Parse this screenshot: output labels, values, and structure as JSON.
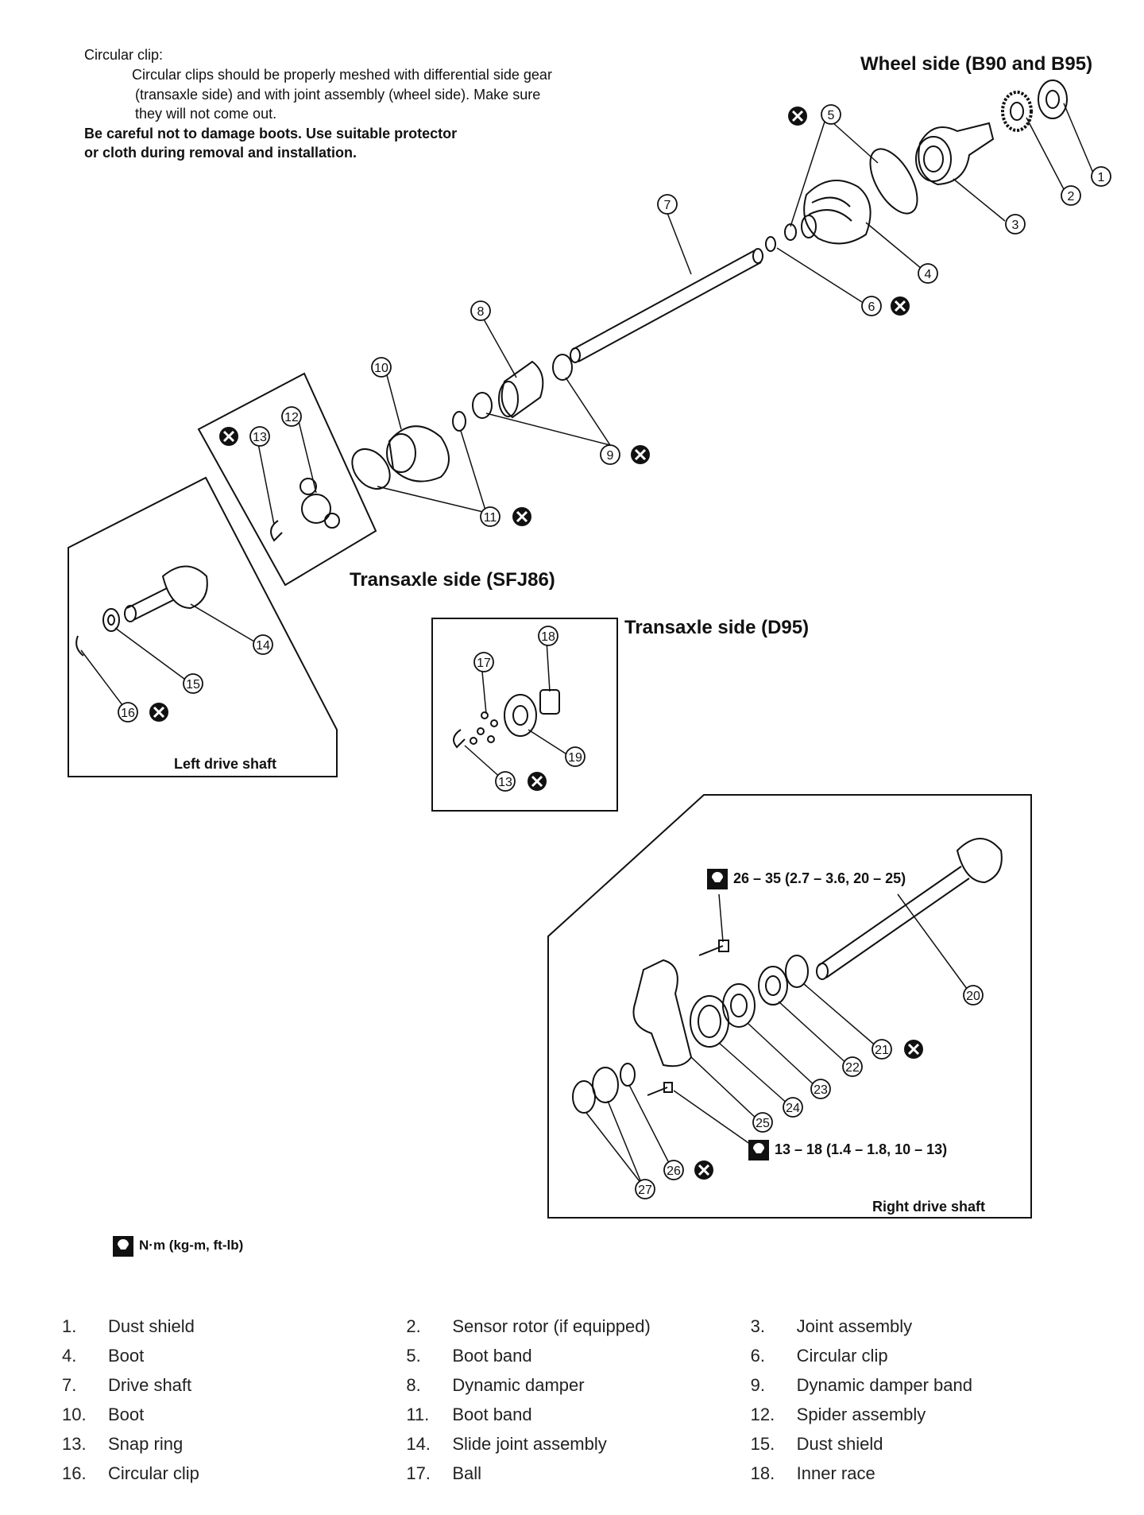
{
  "notes": {
    "clip_title": "Circular clip:",
    "clip_line1": "Circular clips should be properly meshed with differential side gear",
    "clip_line2": "(transaxle side) and with joint assembly (wheel side). Make sure",
    "clip_line3": "they will not come out.",
    "boot_line1": "Be careful not to damage boots. Use suitable protector",
    "boot_line2": "or cloth during removal and installation."
  },
  "headings": {
    "wheel_side": "Wheel side (B90 and B95)",
    "transaxle_sfj86": "Transaxle side (SFJ86)",
    "transaxle_d95": "Transaxle side (D95)"
  },
  "panels": {
    "left_drive_shaft": "Left drive shaft",
    "right_drive_shaft": "Right drive shaft"
  },
  "torque": {
    "upper": "26 – 35 (2.7 – 3.6, 20 – 25)",
    "lower": "13 – 18 (1.4 – 1.8, 10 – 13)",
    "unit_legend": "N·m (kg-m, ft-lb)"
  },
  "callouts": [
    {
      "n": "1"
    },
    {
      "n": "2"
    },
    {
      "n": "3"
    },
    {
      "n": "4"
    },
    {
      "n": "5"
    },
    {
      "n": "6"
    },
    {
      "n": "7"
    },
    {
      "n": "8"
    },
    {
      "n": "9"
    },
    {
      "n": "10"
    },
    {
      "n": "11"
    },
    {
      "n": "12"
    },
    {
      "n": "13"
    },
    {
      "n": "14"
    },
    {
      "n": "15"
    },
    {
      "n": "16"
    },
    {
      "n": "17"
    },
    {
      "n": "18"
    },
    {
      "n": "13"
    },
    {
      "n": "19"
    },
    {
      "n": "20"
    },
    {
      "n": "21"
    },
    {
      "n": "22"
    },
    {
      "n": "23"
    },
    {
      "n": "24"
    },
    {
      "n": "25"
    },
    {
      "n": "26"
    },
    {
      "n": "27"
    }
  ],
  "legend": [
    [
      "1.",
      "Dust shield"
    ],
    [
      "2.",
      "Sensor rotor (if equipped)"
    ],
    [
      "3.",
      "Joint assembly"
    ],
    [
      "4.",
      "Boot"
    ],
    [
      "5.",
      "Boot band"
    ],
    [
      "6.",
      "Circular clip"
    ],
    [
      "7.",
      "Drive shaft"
    ],
    [
      "8.",
      "Dynamic damper"
    ],
    [
      "9.",
      "Dynamic damper band"
    ],
    [
      "10.",
      "Boot"
    ],
    [
      "11.",
      "Boot band"
    ],
    [
      "12.",
      "Spider assembly"
    ],
    [
      "13.",
      "Snap ring"
    ],
    [
      "14.",
      "Slide joint assembly"
    ],
    [
      "15.",
      "Dust shield"
    ],
    [
      "16.",
      "Circular clip"
    ],
    [
      "17.",
      "Ball"
    ],
    [
      "18.",
      "Inner race"
    ]
  ]
}
